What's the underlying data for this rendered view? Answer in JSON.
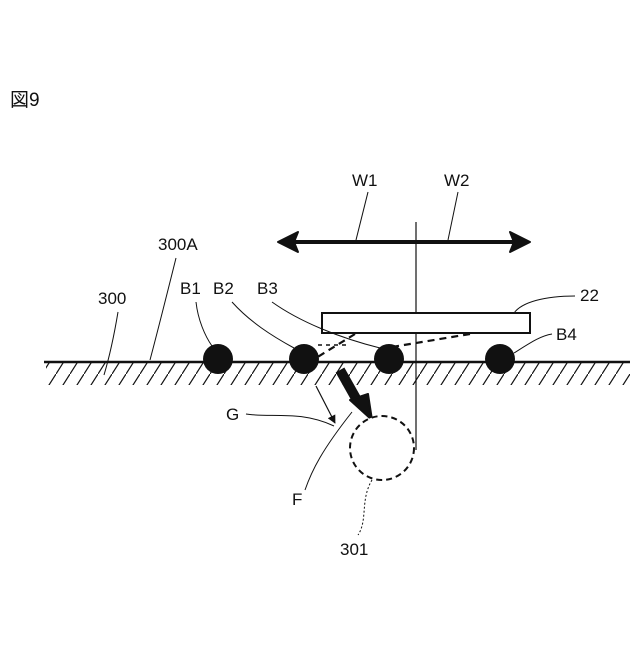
{
  "figure": {
    "title": "図9"
  },
  "labels": {
    "w1": "W1",
    "w2": "W2",
    "ground": "300",
    "surface": "300A",
    "b1": "B1",
    "b2": "B2",
    "b3": "B3",
    "b4": "B4",
    "plate": "22",
    "g": "G",
    "f": "F",
    "circle": "301"
  },
  "colors": {
    "ink": "#111111",
    "background": "#ffffff"
  }
}
